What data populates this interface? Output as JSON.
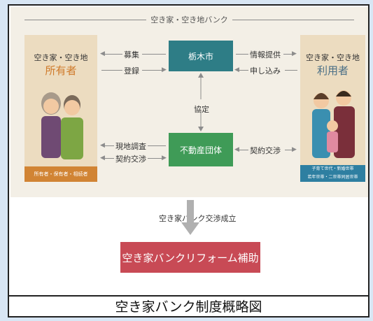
{
  "diagram": {
    "title": "空き家・空き地バンク",
    "owner": {
      "title": "空き家・空き地",
      "subtitle": "所有者",
      "footer": "所有者・保有者・相続者"
    },
    "user": {
      "title": "空き家・空き地",
      "subtitle": "利用者",
      "footer_line1": "子育て世代・新婚世帯",
      "footer_line2": "若年世帯・二世帯同居世帯"
    },
    "city": "栃木市",
    "realtor": "不動産団体",
    "labels": {
      "recruit": "募集",
      "register": "登録",
      "info": "情報提供",
      "apply": "申し込み",
      "agreement": "協定",
      "survey": "現地調査",
      "contract_left": "契約交渉",
      "contract_right": "契約交渉",
      "deal": "空き家バンク交渉成立"
    },
    "subsidy": "空き家バンクリフォーム補助"
  },
  "caption": "空き家バンク制度概略図",
  "colors": {
    "city": "#2e7d86",
    "realtor": "#3f9b57",
    "subsidy": "#c84a55",
    "owner_accent": "#d18434",
    "user_accent": "#2e7fa1"
  }
}
